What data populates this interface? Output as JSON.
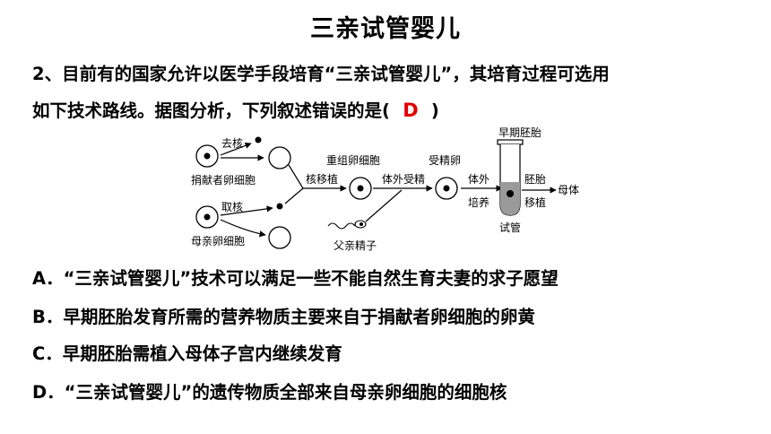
{
  "title": "三亲试管婴儿",
  "question": {
    "line1": "2、目前有的国家允许以医学手段培育“三亲试管婴儿”，其培育过程可选用",
    "line2_before": "如下技术路线。据图分析，下列叙述错误的是(",
    "answer": "D",
    "line2_after": ")"
  },
  "diagram": {
    "remove_nucleus": "去核",
    "donor_egg": "捐献者卵细胞",
    "take_nucleus": "取核",
    "mother_egg": "母亲卵细胞",
    "nuclear_transfer": "核移植",
    "reconstructed_egg": "重组卵细胞",
    "ivf": "体外受精",
    "fertilized_egg": "受精卵",
    "father_sperm": "父亲精子",
    "in_vitro": "体外",
    "culture": "培养",
    "test_tube": "试管",
    "early_embryo": "早期胚胎",
    "embryo": "胚胎",
    "transfer": "移植",
    "mother_body": "母体"
  },
  "options": {
    "a": "A．“三亲试管婴儿”技术可以满足一些不能自然生育夫妻的求子愿望",
    "b": "B．早期胚胎发育所需的营养物质主要来自于捐献者卵细胞的卵黄",
    "c": "C．早期胚胎需植入母体子宫内继续发育",
    "d": "D．“三亲试管婴儿”的遗传物质全部来自母亲卵细胞的细胞核"
  }
}
